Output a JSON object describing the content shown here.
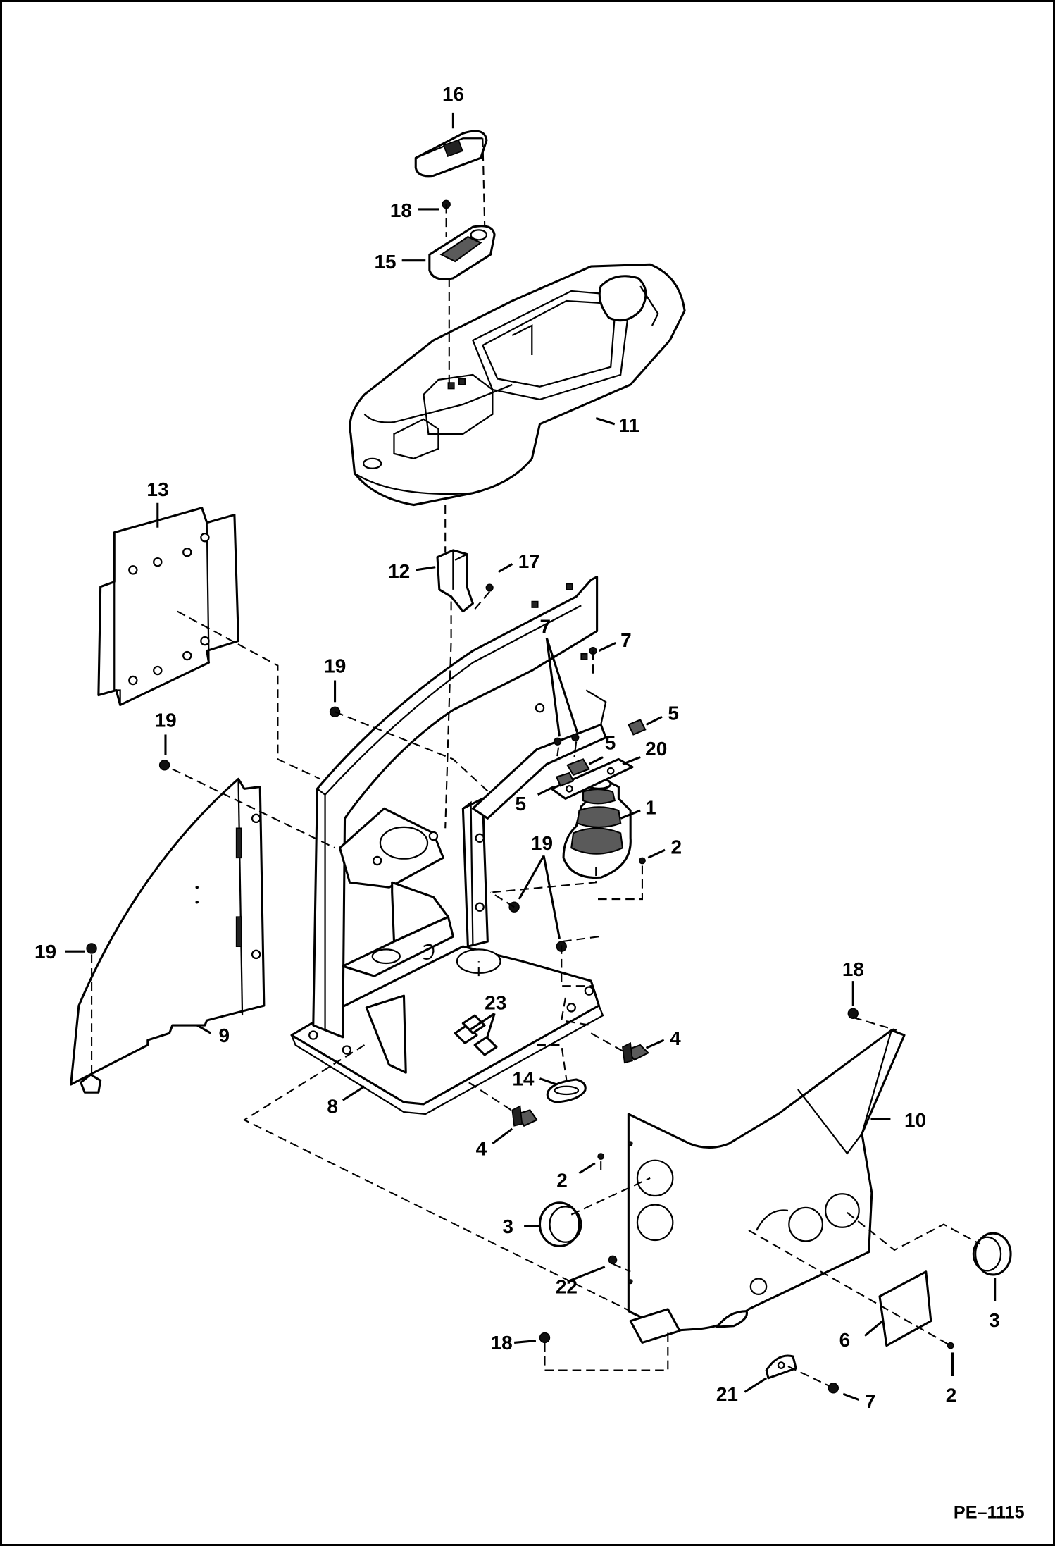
{
  "figure_code": "PE–1115",
  "callouts": [
    {
      "id": "c16",
      "label": "16"
    },
    {
      "id": "c18a",
      "label": "18"
    },
    {
      "id": "c15",
      "label": "15"
    },
    {
      "id": "c11",
      "label": "11"
    },
    {
      "id": "c13",
      "label": "13"
    },
    {
      "id": "c12",
      "label": "12"
    },
    {
      "id": "c17",
      "label": "17"
    },
    {
      "id": "c7a",
      "label": "7"
    },
    {
      "id": "c7b",
      "label": "7"
    },
    {
      "id": "c19a",
      "label": "19"
    },
    {
      "id": "c19b",
      "label": "19"
    },
    {
      "id": "c5a",
      "label": "5"
    },
    {
      "id": "c5b",
      "label": "5"
    },
    {
      "id": "c20",
      "label": "20"
    },
    {
      "id": "c5c",
      "label": "5"
    },
    {
      "id": "c1",
      "label": "1"
    },
    {
      "id": "c19c",
      "label": "19"
    },
    {
      "id": "c2a",
      "label": "2"
    },
    {
      "id": "c19d",
      "label": "19"
    },
    {
      "id": "c18b",
      "label": "18"
    },
    {
      "id": "c23",
      "label": "23"
    },
    {
      "id": "c9",
      "label": "9"
    },
    {
      "id": "c4a",
      "label": "4"
    },
    {
      "id": "c14",
      "label": "14"
    },
    {
      "id": "c8",
      "label": "8"
    },
    {
      "id": "c10",
      "label": "10"
    },
    {
      "id": "c4b",
      "label": "4"
    },
    {
      "id": "c2b",
      "label": "2"
    },
    {
      "id": "c3a",
      "label": "3"
    },
    {
      "id": "c22",
      "label": "22"
    },
    {
      "id": "c18c",
      "label": "18"
    },
    {
      "id": "c6",
      "label": "6"
    },
    {
      "id": "c3b",
      "label": "3"
    },
    {
      "id": "c21",
      "label": "21"
    },
    {
      "id": "c7c",
      "label": "7"
    },
    {
      "id": "c2c",
      "label": "2"
    }
  ]
}
